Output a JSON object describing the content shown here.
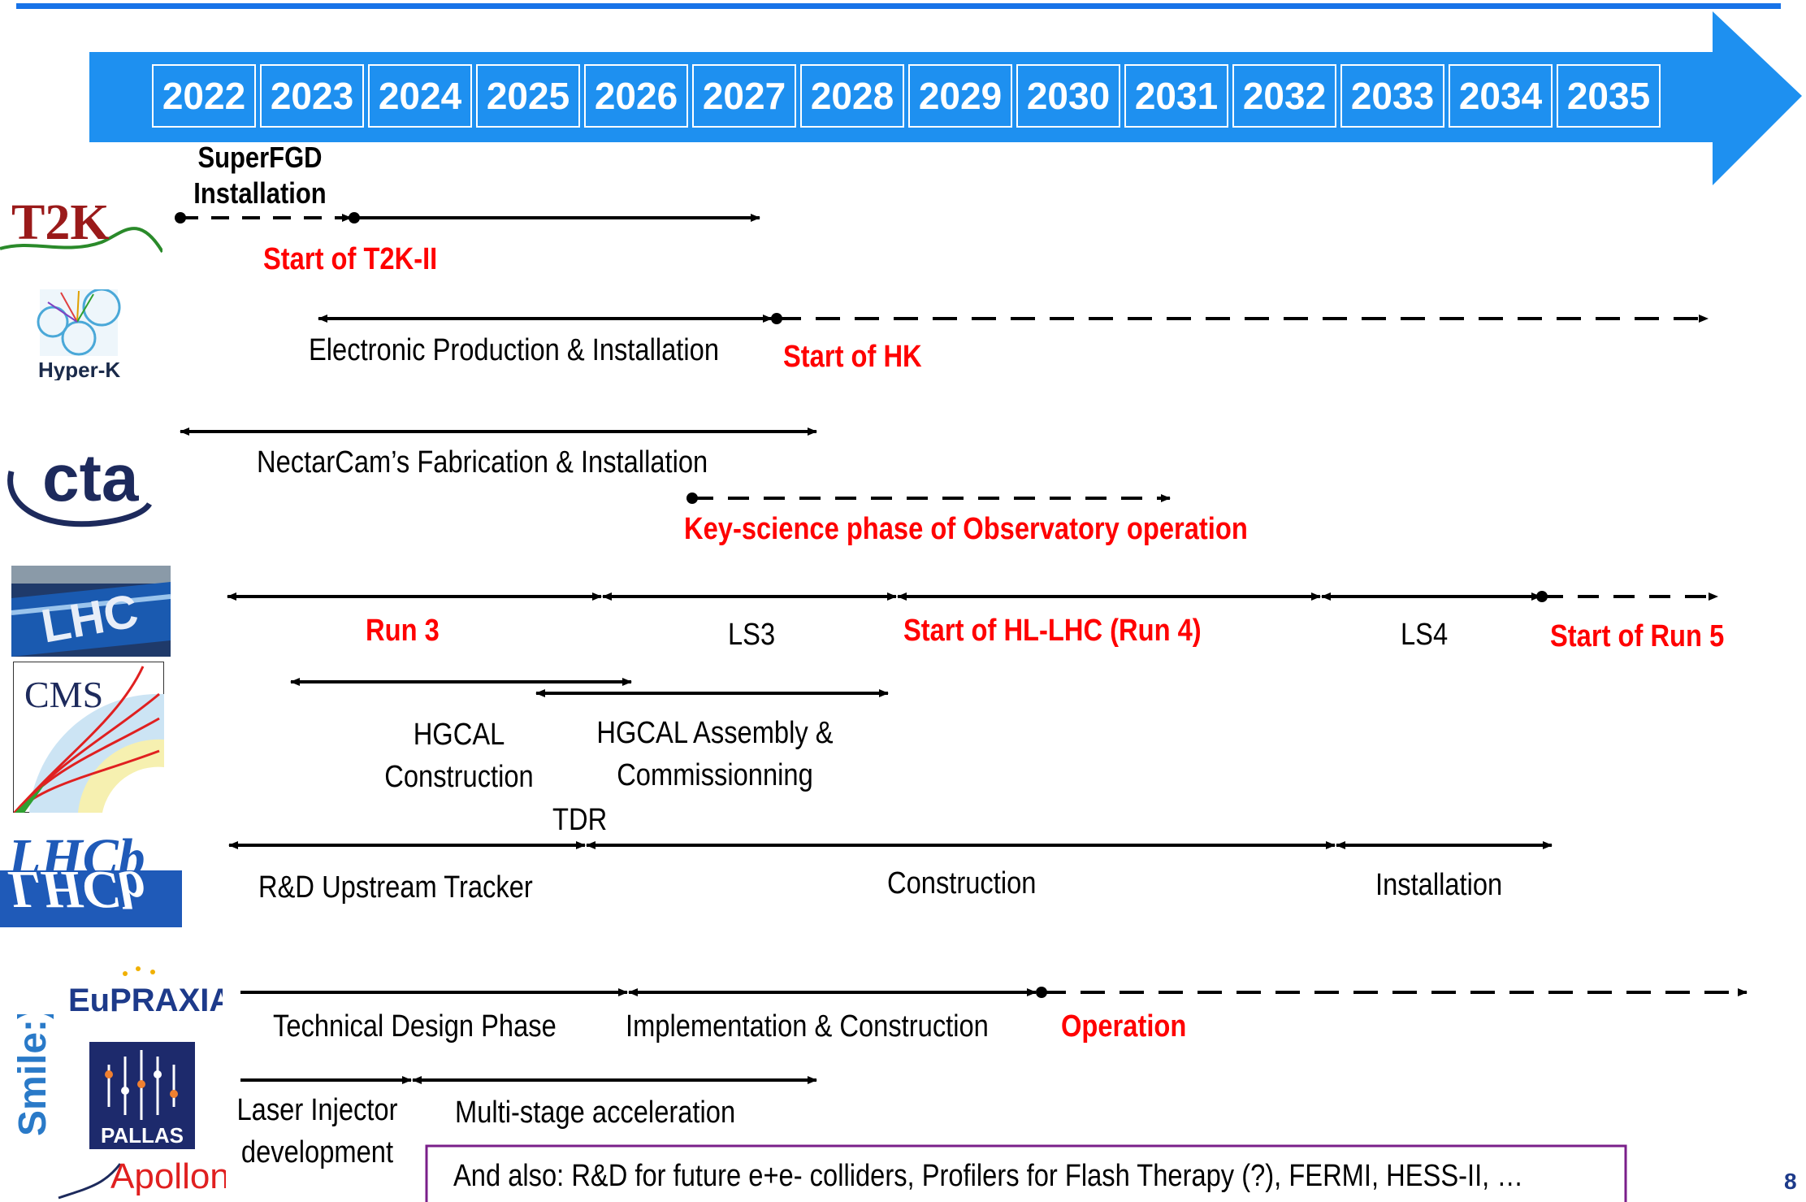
{
  "years": [
    "2022",
    "2023",
    "2024",
    "2025",
    "2026",
    "2027",
    "2028",
    "2029",
    "2030",
    "2031",
    "2032",
    "2033",
    "2034",
    "2035"
  ],
  "colors": {
    "arrow": "#1e90f0",
    "topline": "#1873e8",
    "red": "#ff0000",
    "note_border": "#7a1f8a"
  },
  "rows": {
    "t2k": {
      "logo": "T2K",
      "step1": "SuperFGD\nInstallation",
      "milestone": "Start of T2K-II"
    },
    "hk": {
      "logo": "Hyper-K",
      "phase": "Electronic Production & Installation",
      "milestone": "Start of HK"
    },
    "cta": {
      "logo": "cta",
      "phase": "NectarCam’s Fabrication & Installation",
      "milestone": "Key-science phase of Observatory operation"
    },
    "lhc": {
      "logo": "LHC",
      "run3": "Run 3",
      "ls3": "LS3",
      "run4": "Start of HL-LHC (Run 4)",
      "ls4": "LS4",
      "run5": "Start of Run 5"
    },
    "cms": {
      "logo": "CMS",
      "construction": "HGCAL\nConstruction",
      "assembly": "HGCAL Assembly &\nCommissionning"
    },
    "lhcb": {
      "logo": "LHCb",
      "tdr": "TDR",
      "rd": "R&D Upstream Tracker",
      "construction": "Construction",
      "installation": "Installation"
    },
    "smile": {
      "side_logo": "Smile:)",
      "eupraxia": "EuPRAXIA",
      "pallas": "PALLAS",
      "apollon": "Apollon",
      "tdp": "Technical Design Phase",
      "impl": "Implementation & Construction",
      "operation": "Operation",
      "laser": "Laser Injector\ndevelopment",
      "multistage": "Multi-stage acceleration"
    }
  },
  "note": "And also: R&D for future e+e- colliders, Profilers for Flash Therapy (?), FERMI, HESS-II, …",
  "page_number": "8"
}
